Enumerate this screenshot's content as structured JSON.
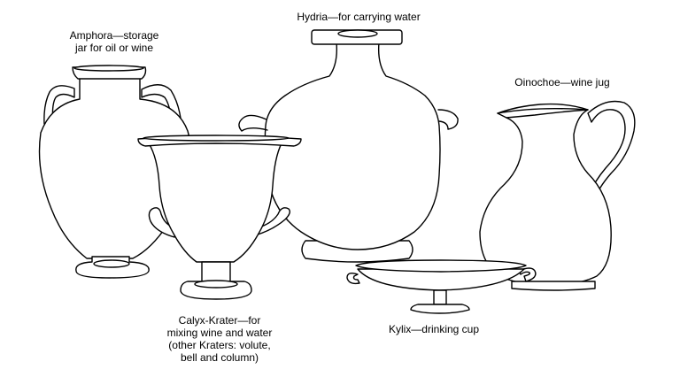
{
  "vessels": {
    "hydria": {
      "lines": [
        "Hydria—for carrying water"
      ],
      "icon": "hydria-vessel-icon"
    },
    "amphora": {
      "lines": [
        "Amphora—storage",
        "jar for oil or wine"
      ],
      "icon": "amphora-vessel-icon"
    },
    "oinochoe": {
      "lines": [
        "Oinochoe—wine jug"
      ],
      "icon": "oinochoe-vessel-icon"
    },
    "calyx_krater": {
      "lines": [
        "Calyx-Krater—for",
        "mixing wine and water",
        "(other Kraters: volute,",
        "bell and column)"
      ],
      "icon": "calyx-krater-vessel-icon"
    },
    "kylix": {
      "lines": [
        "Kylix—drinking cup"
      ],
      "icon": "kylix-vessel-icon"
    }
  },
  "colors": {
    "outline": "#000000",
    "fill": "#ffffff",
    "background": "#ffffff"
  }
}
